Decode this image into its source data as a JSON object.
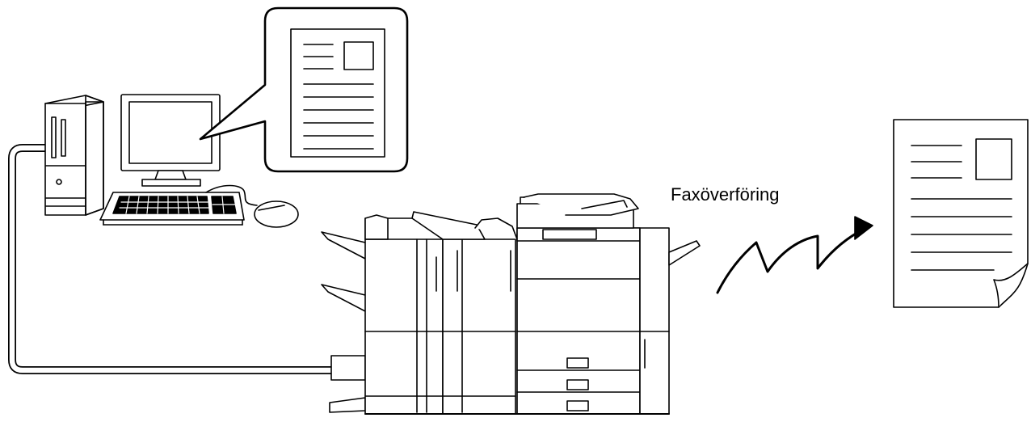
{
  "diagram": {
    "fax_label": "Faxöverföring",
    "nodes": [
      {
        "id": "pc",
        "icon": "desktop-computer-icon"
      },
      {
        "id": "doc-bubble",
        "icon": "document-icon"
      },
      {
        "id": "mfp",
        "icon": "multifunction-printer-icon"
      },
      {
        "id": "received-doc",
        "icon": "document-icon"
      }
    ],
    "edges": [
      {
        "from": "pc",
        "to": "mfp",
        "kind": "cable"
      },
      {
        "from": "mfp",
        "to": "received-doc",
        "kind": "fax-transmission",
        "label_key": "fax_label"
      }
    ]
  }
}
